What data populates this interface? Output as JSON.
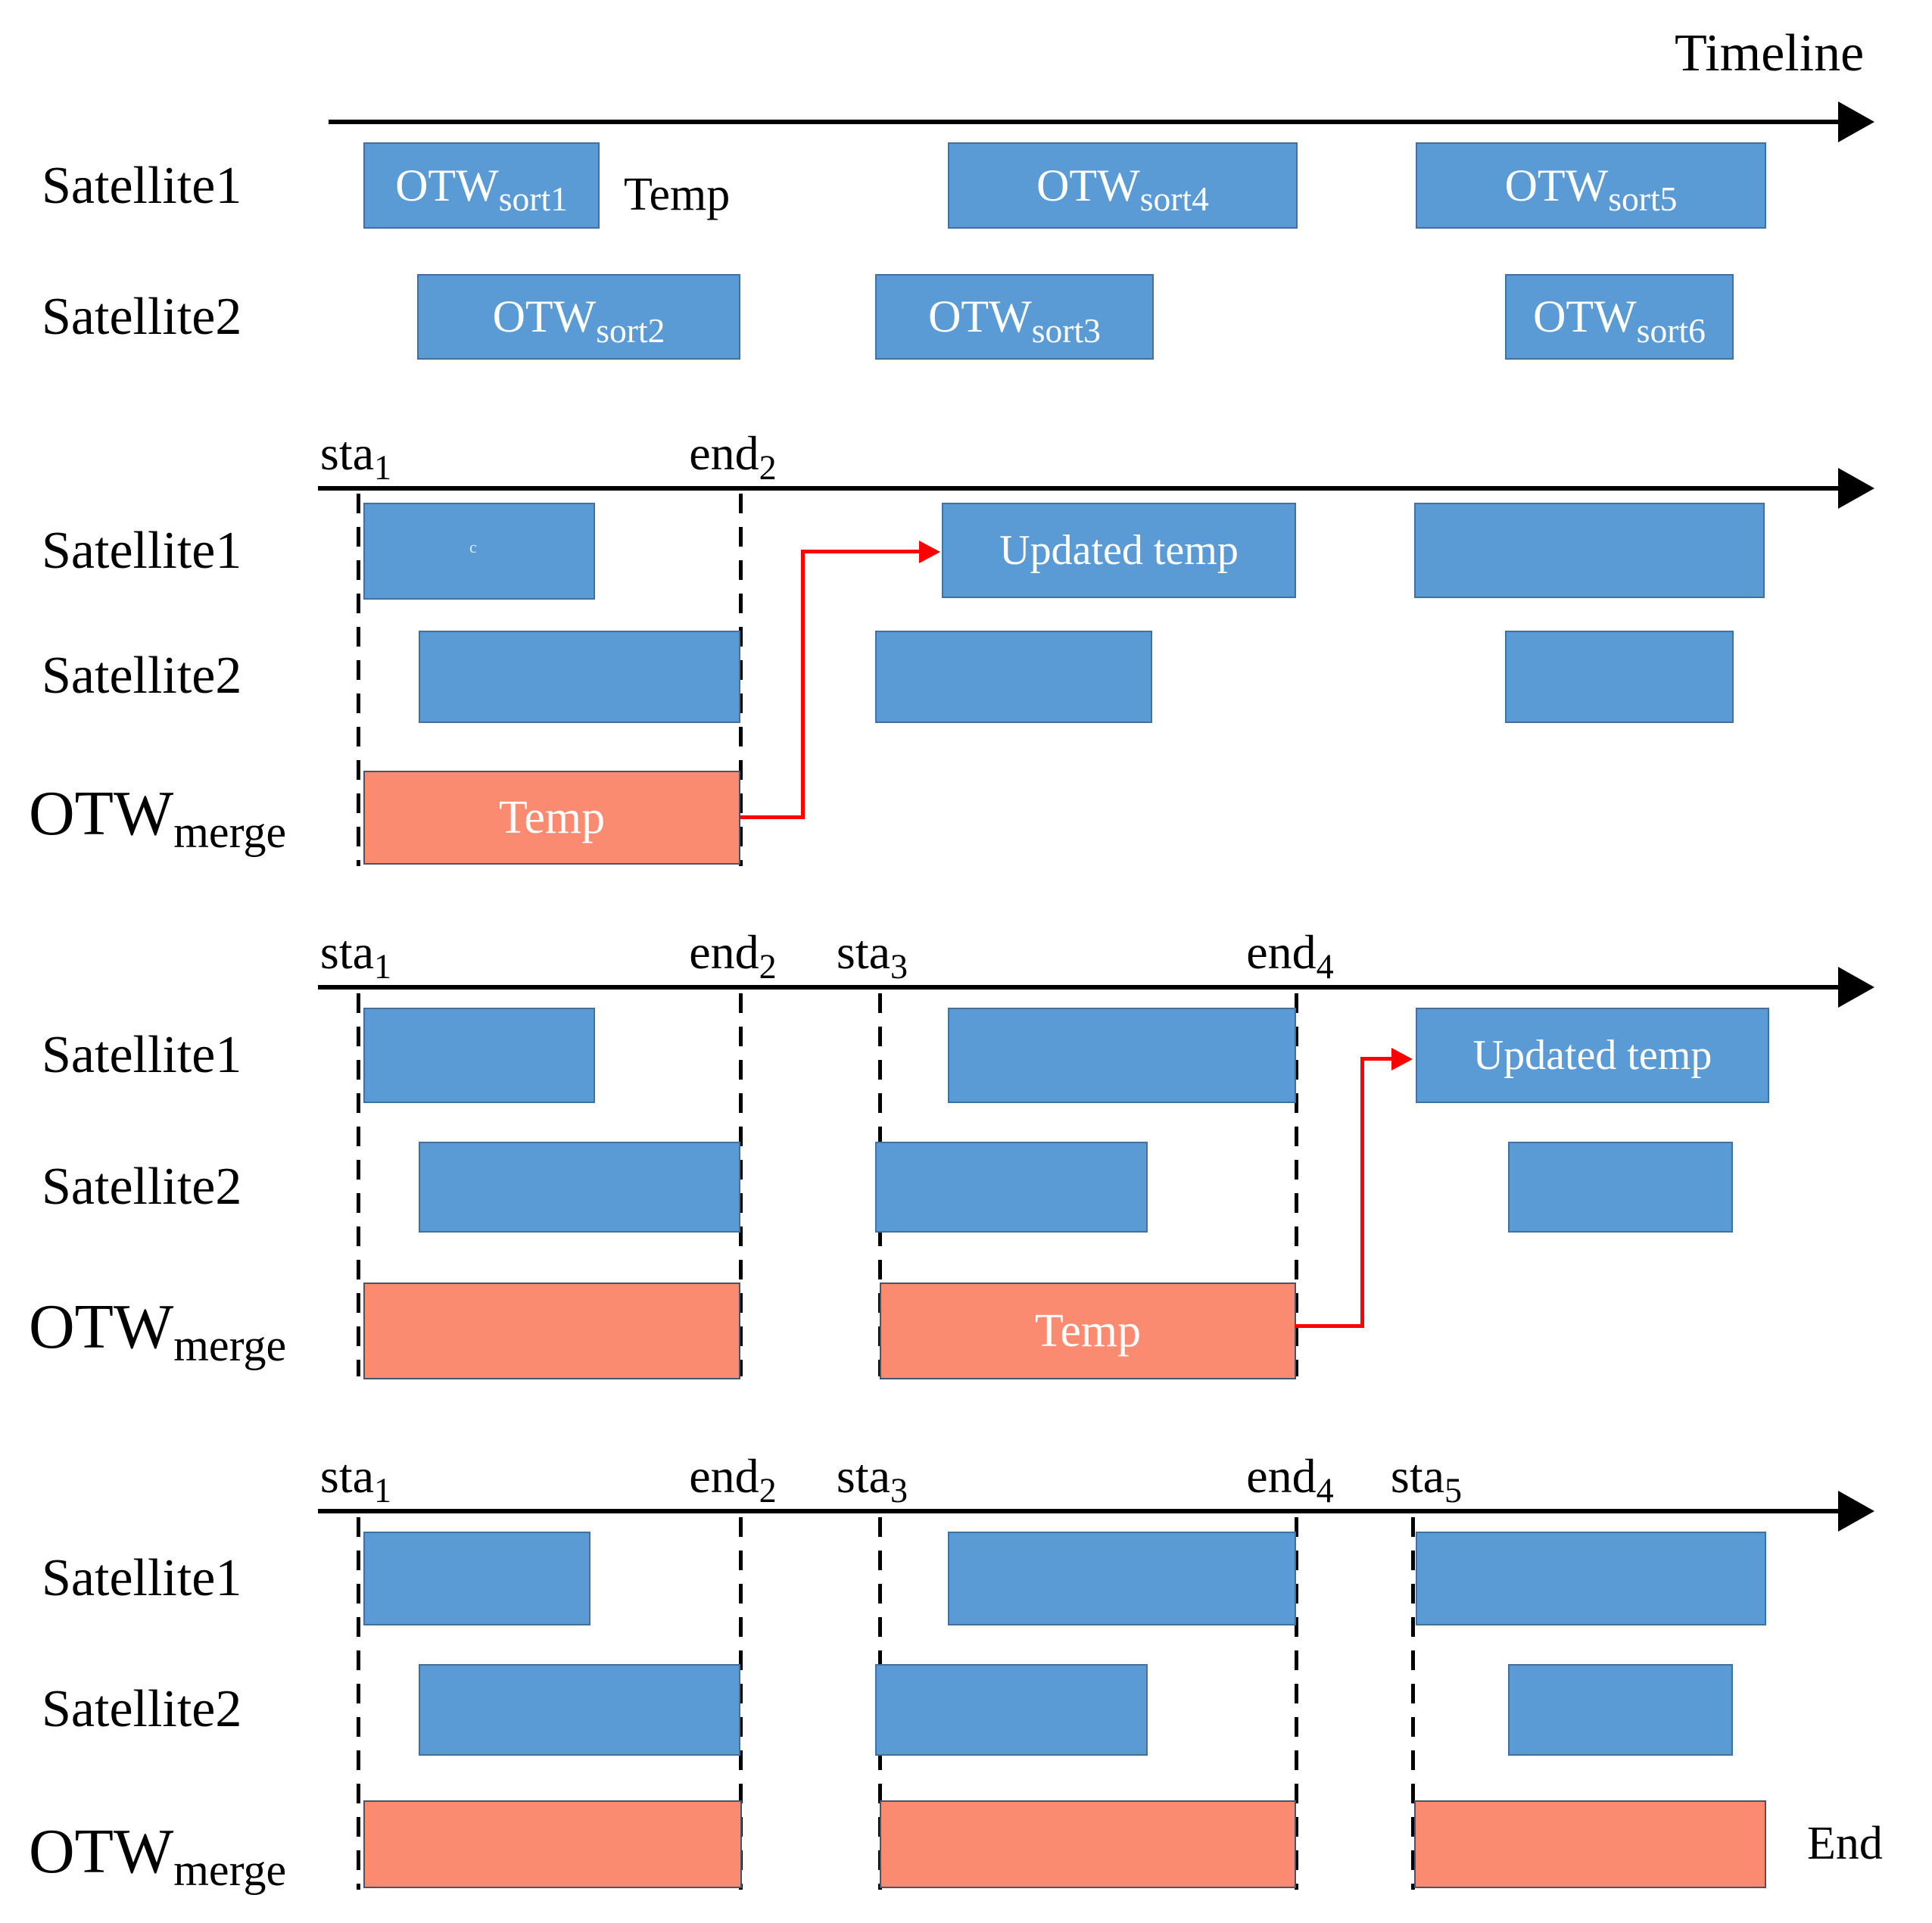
{
  "colors": {
    "box_blue": "#5B9BD5",
    "box_blue_border": "#41719C",
    "box_orange": "#FA8A70",
    "box_orange_border": "#44546A",
    "arrow_red": "#FF0000",
    "line_black": "#000000"
  },
  "common": {
    "satellite1": "Satellite1",
    "satellite2": "Satellite2",
    "otw": "OTW",
    "merge_sub": "merge",
    "temp": "Temp",
    "updated_temp": "Updated temp"
  },
  "panel1": {
    "timeline_label": "Timeline",
    "temp_label": "Temp",
    "boxes": {
      "sort1": {
        "base": "OTW",
        "sub": "sort1"
      },
      "sort2": {
        "base": "OTW",
        "sub": "sort2"
      },
      "sort3": {
        "base": "OTW",
        "sub": "sort3"
      },
      "sort4": {
        "base": "OTW",
        "sub": "sort4"
      },
      "sort5": {
        "base": "OTW",
        "sub": "sort5"
      },
      "sort6": {
        "base": "OTW",
        "sub": "sort6"
      }
    }
  },
  "panel2": {
    "axis": {
      "sta1": {
        "base": "sta",
        "sub": "1"
      },
      "end2": {
        "base": "end",
        "sub": "2"
      }
    },
    "temp_label": "Temp",
    "updated_temp_label": "Updated temp",
    "artifact_label": "c"
  },
  "panel3": {
    "axis": {
      "sta1": {
        "base": "sta",
        "sub": "1"
      },
      "end2": {
        "base": "end",
        "sub": "2"
      },
      "sta3": {
        "base": "sta",
        "sub": "3"
      },
      "end4": {
        "base": "end",
        "sub": "4"
      }
    },
    "temp_label": "Temp",
    "updated_temp_label": "Updated temp"
  },
  "panel4": {
    "axis": {
      "sta1": {
        "base": "sta",
        "sub": "1"
      },
      "end2": {
        "base": "end",
        "sub": "2"
      },
      "sta3": {
        "base": "sta",
        "sub": "3"
      },
      "end4": {
        "base": "end",
        "sub": "4"
      },
      "sta5": {
        "base": "sta",
        "sub": "5"
      }
    },
    "end_label": "End"
  }
}
